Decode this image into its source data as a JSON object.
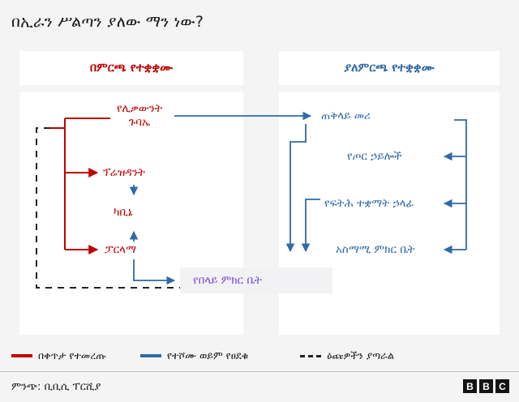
{
  "title": "በኢራን ሥልጣን ያለው ማን ነው?",
  "chart_data": {
    "type": "diagram",
    "title": "በኢራን ሥልጣን ያለው ማን ነው?",
    "columns": [
      {
        "id": "elected",
        "header": "በምርጫ የተቋቋሙ",
        "color": "#c00000",
        "nodes": [
          {
            "id": "assembly-of-experts",
            "label_line1": "የሊቃውንት",
            "label_line2": "ጉባኤ",
            "color": "#c00000"
          },
          {
            "id": "president",
            "label": "ፕሬዝዳንት",
            "color": "#c00000"
          },
          {
            "id": "cabinet",
            "label": "ካቢኔ",
            "color": "#c00000"
          },
          {
            "id": "parliament",
            "label": "ፓርላማ",
            "color": "#c00000"
          }
        ]
      },
      {
        "id": "unelected",
        "header": "ያለምርጫ የተቋቋሙ",
        "color": "#2f6aa8",
        "nodes": [
          {
            "id": "supreme-leader",
            "label": "ጠቅላይ መሪ",
            "color": "#2f6aa8"
          },
          {
            "id": "armed-forces",
            "label": "የጦር ኃይሎች",
            "color": "#2f6aa8"
          },
          {
            "id": "judiciary-head",
            "label": "የፍትሕ ተቋማት ኃላፊ",
            "color": "#2f6aa8"
          },
          {
            "id": "expediency-council",
            "label": "አስማሚ ምክር ቤት",
            "color": "#2f6aa8"
          }
        ]
      }
    ],
    "shared_nodes": [
      {
        "id": "guardian-council",
        "label": "የበላይ ምክር ቤት",
        "color": "#7b4fd6"
      }
    ],
    "edges": [
      {
        "from": "people",
        "to": "assembly-of-experts",
        "kind": "elected"
      },
      {
        "from": "people",
        "to": "president",
        "kind": "elected"
      },
      {
        "from": "people",
        "to": "parliament",
        "kind": "elected"
      },
      {
        "from": "assembly-of-experts",
        "to": "supreme-leader",
        "kind": "appointed"
      },
      {
        "from": "president",
        "to": "cabinet",
        "kind": "appointed"
      },
      {
        "from": "cabinet",
        "to": "parliament",
        "kind": "appointed"
      },
      {
        "from": "supreme-leader",
        "to": "armed-forces",
        "kind": "appointed"
      },
      {
        "from": "supreme-leader",
        "to": "judiciary-head",
        "kind": "appointed"
      },
      {
        "from": "supreme-leader",
        "to": "expediency-council",
        "kind": "appointed"
      },
      {
        "from": "supreme-leader",
        "to": "guardian-council",
        "kind": "appointed"
      },
      {
        "from": "judiciary-head",
        "to": "guardian-council",
        "kind": "appointed"
      },
      {
        "from": "parliament",
        "to": "guardian-council",
        "kind": "appointed"
      },
      {
        "from": "guardian-council",
        "to": "elections",
        "kind": "vets"
      }
    ]
  },
  "legend": [
    {
      "id": "directly-elected",
      "label": "በቀጥታ የተመረጡ",
      "swatch": "red"
    },
    {
      "id": "appointed-or-approved",
      "label": "የተሾሙ ወይም የፀደቁ",
      "swatch": "blue"
    },
    {
      "id": "vets-candidates",
      "label": "ዕጩዎችን ያጣራል",
      "swatch": "dashed"
    }
  ],
  "footer": {
    "source": "ምንጭ: ቢቢሲ ፐርሺያ",
    "logo": [
      "B",
      "B",
      "C"
    ]
  }
}
